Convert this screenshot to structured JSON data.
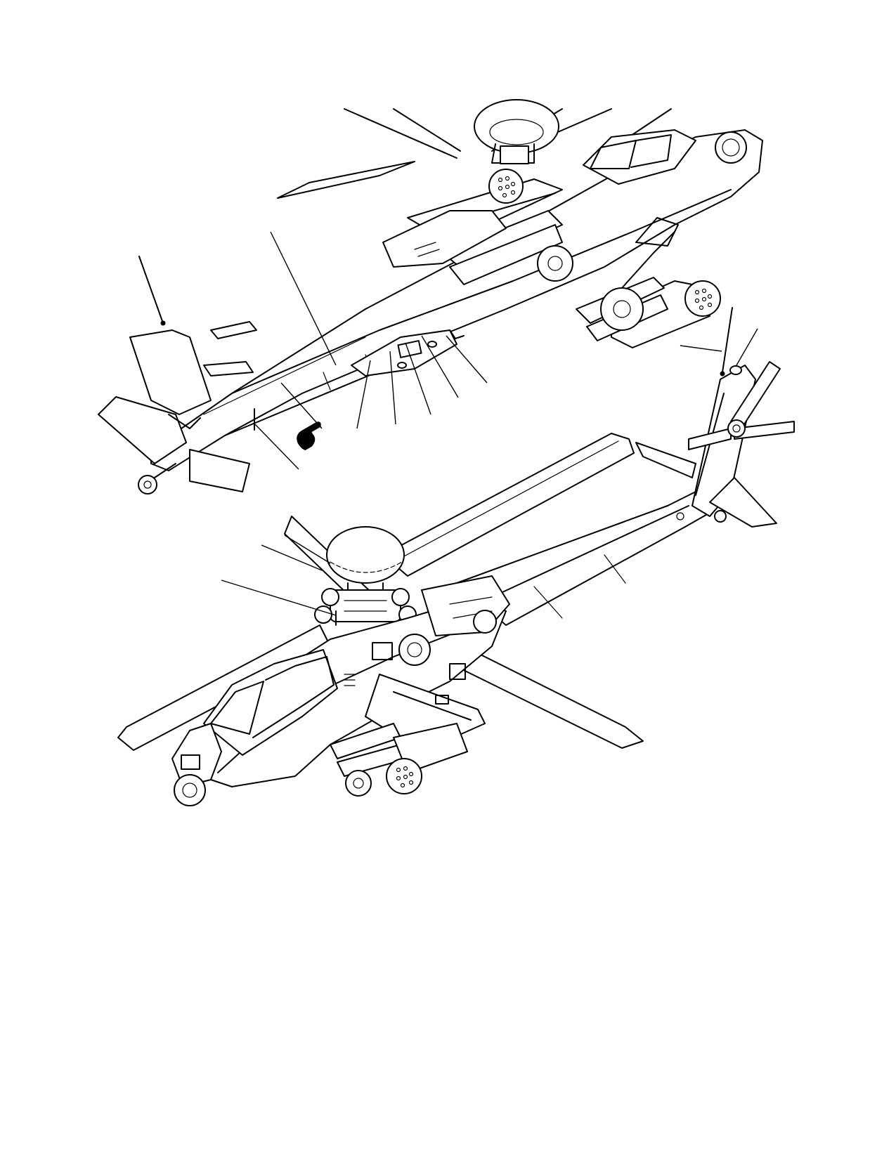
{
  "figure": {
    "views": [
      {
        "id": "underside-view",
        "description_tag": "helicopter-lower"
      },
      {
        "id": "top-view",
        "description_tag": "helicopter-upper"
      }
    ],
    "callouts": [],
    "ink_color": "#000000",
    "paper_color": "#ffffff",
    "icons": [
      "pointing-hand-icon"
    ]
  }
}
